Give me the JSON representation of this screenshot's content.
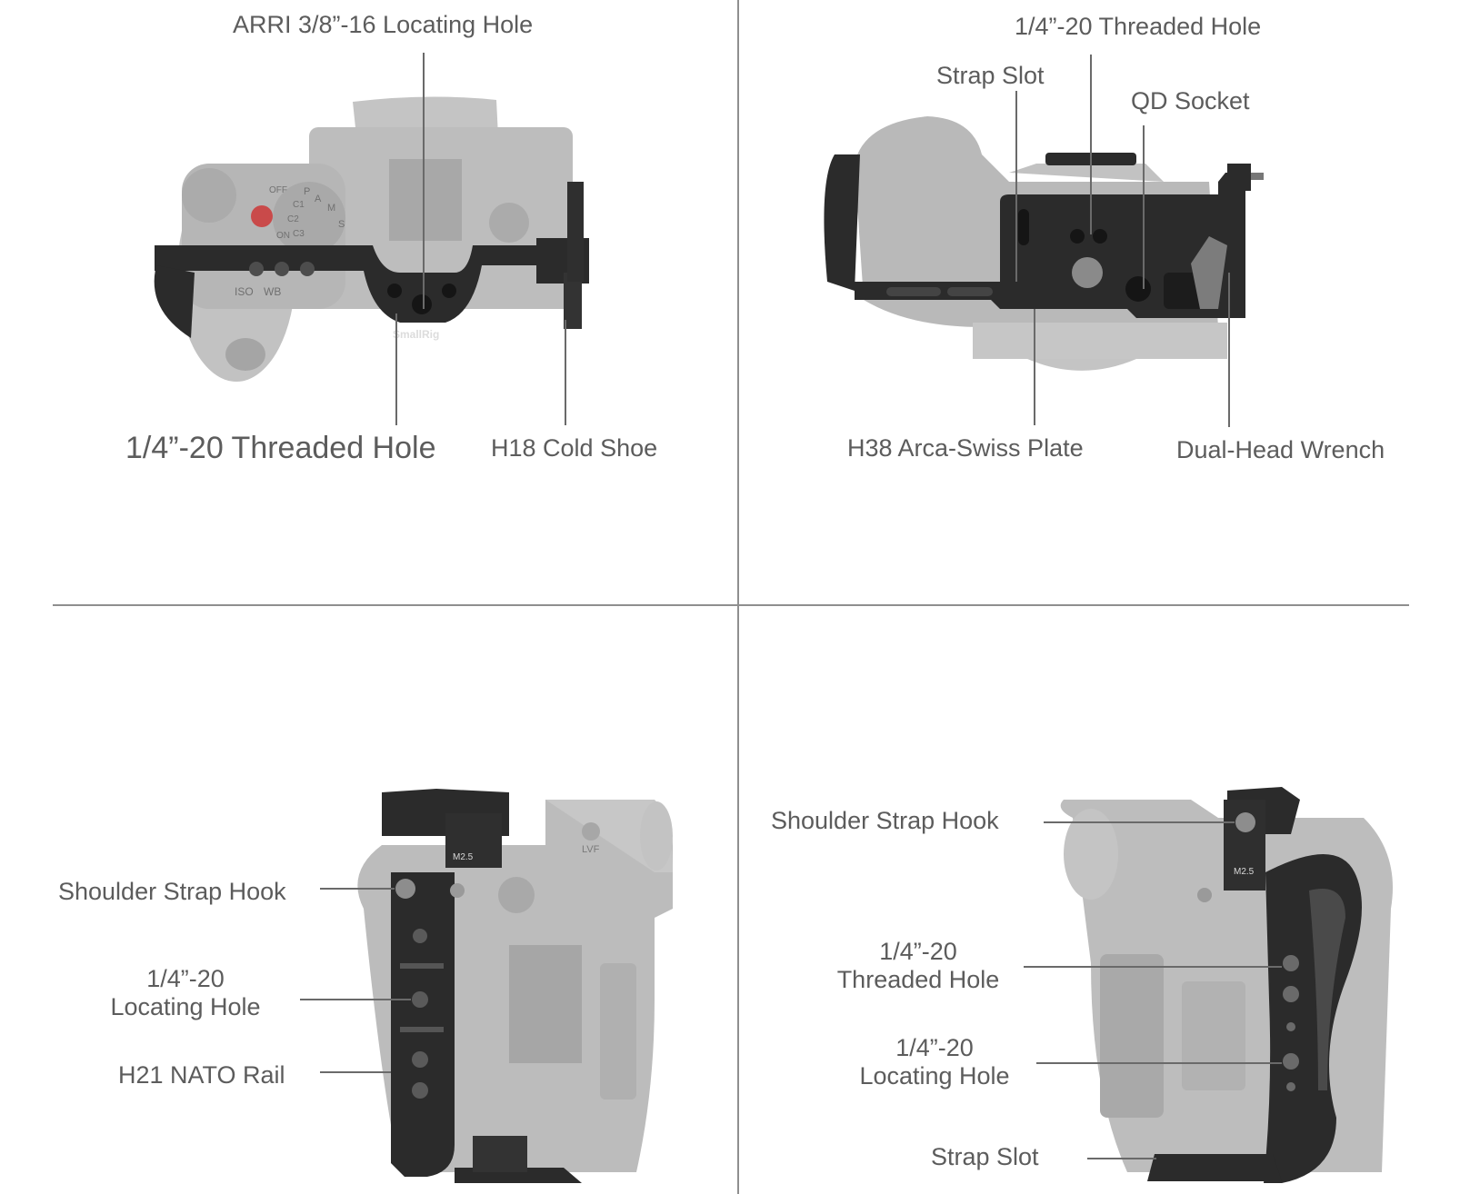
{
  "panels": {
    "top_left": {
      "callouts": {
        "arri_locating_hole": "ARRI 3/8”-16 Locating Hole",
        "threaded_hole": "1/4”-20 Threaded Hole",
        "cold_shoe": "H18 Cold Shoe"
      },
      "engravings": {
        "brand": "SmallRig",
        "dial_modes": [
          "M",
          "S",
          "A",
          "P",
          "C1",
          "C2",
          "C3",
          "OFF",
          "ON"
        ],
        "buttons": [
          "WB",
          "ISO"
        ]
      }
    },
    "top_right": {
      "callouts": {
        "threaded_hole": "1/4”-20 Threaded Hole",
        "strap_slot": "Strap Slot",
        "qd_socket": "QD Socket",
        "arca_plate": "H38 Arca-Swiss Plate",
        "wrench": "Dual-Head Wrench"
      }
    },
    "bottom_left": {
      "callouts": {
        "shoulder_strap_hook": "Shoulder Strap Hook",
        "locating_hole_line1": "1/4”-20",
        "locating_hole_line2": "Locating Hole",
        "nato_rail": "H21 NATO Rail"
      },
      "engravings": {
        "screw": "M2.5",
        "evf": "LVF"
      }
    },
    "bottom_right": {
      "callouts": {
        "shoulder_strap_hook": "Shoulder Strap Hook",
        "threaded_hole_line1": "1/4”-20",
        "threaded_hole_line2": "Threaded Hole",
        "locating_hole_line1": "1/4”-20",
        "locating_hole_line2": "Locating Hole",
        "strap_slot": "Strap Slot"
      },
      "engravings": {
        "screw": "M2.5"
      }
    }
  },
  "colors": {
    "background": "#ffffff",
    "divider": "#8f8f8f",
    "leader": "#6a6a6a",
    "label": "#5c5c5c",
    "camera_body": "#b8b8b8",
    "camera_body_dark": "#9e9e9e",
    "cage_metal": "#2b2b2b",
    "cage_highlight": "#4a4a4a",
    "accent_red": "#c94a4a"
  }
}
